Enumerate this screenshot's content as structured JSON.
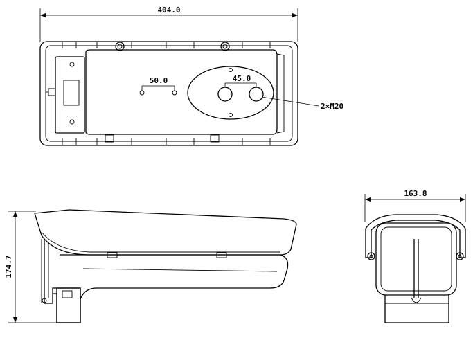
{
  "dimensions": {
    "top_width": "404.0",
    "hole_spacing_small": "50.0",
    "hole_spacing_gland": "45.0",
    "cable_gland_label": "2×M20",
    "side_height": "174.7",
    "front_width": "163.8"
  },
  "colors": {
    "line": "#000000",
    "background": "#ffffff"
  }
}
